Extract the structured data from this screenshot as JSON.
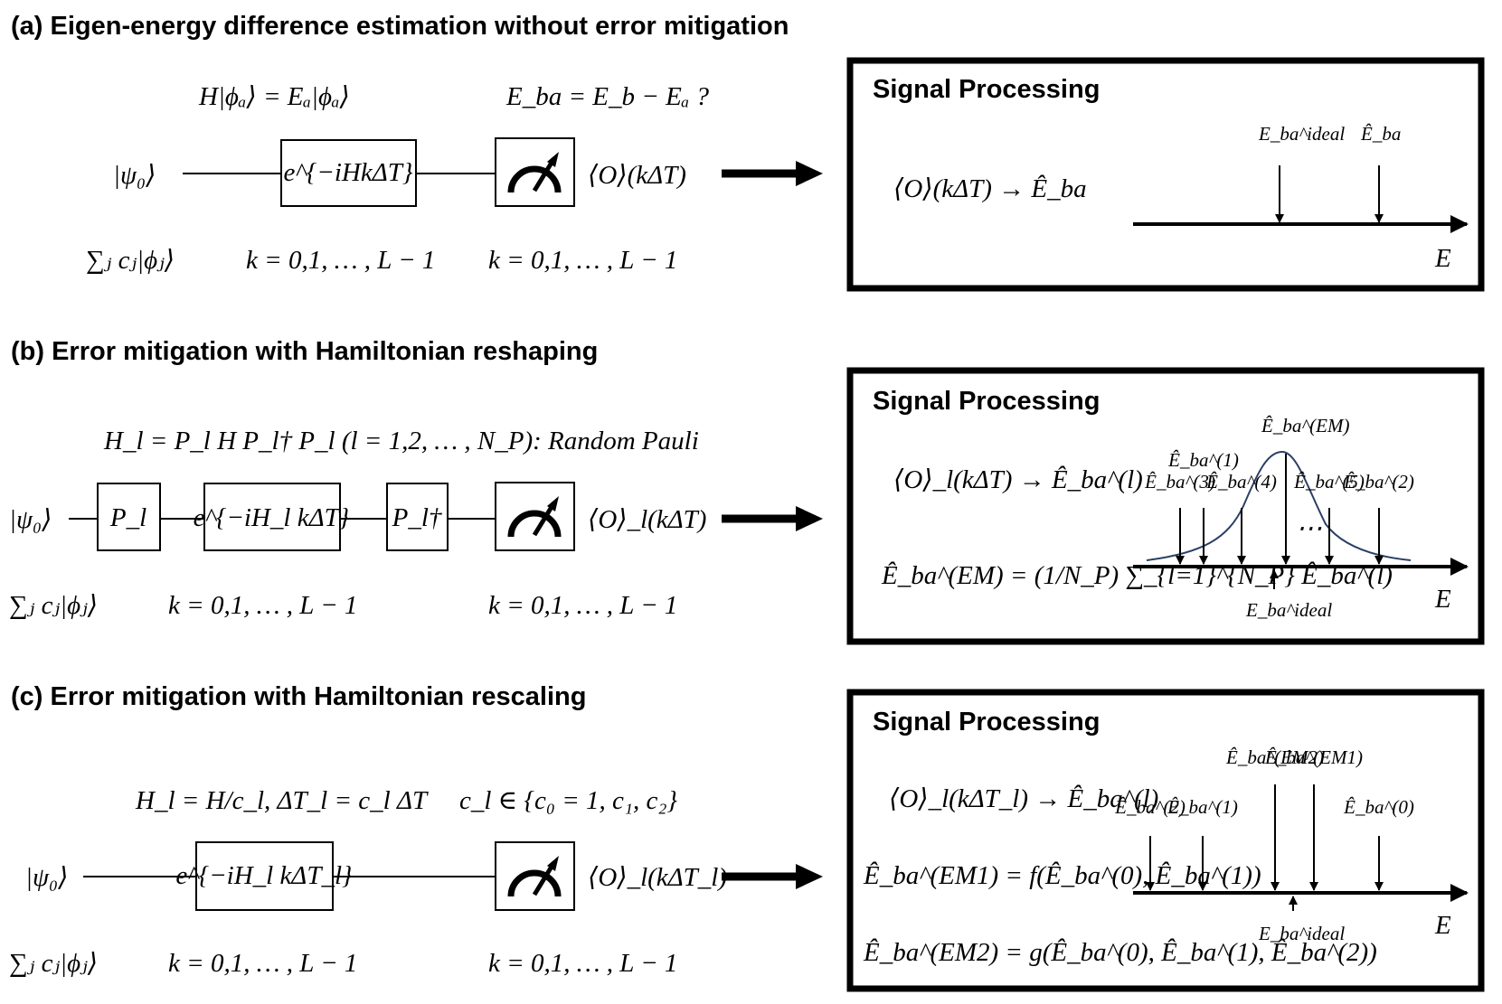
{
  "panel_a": {
    "heading": "(a) Eigen-energy difference estimation without error mitigation",
    "eq_hamiltonian": "H|ϕₐ⟩ = Eₐ|ϕₐ⟩",
    "eq_energy_diff": "E_ba = E_b − Eₐ ?",
    "input_state": "|ψ₀⟩",
    "input_sum": "∑ⱼ cⱼ|ϕⱼ⟩",
    "gate_evolution": "e^{−iHkΔT}",
    "k_range_gate": "k = 0,1, … , L − 1",
    "k_range_meas": "k = 0,1, … , L − 1",
    "observable": "⟨O⟩(kΔT)",
    "signal_processing": {
      "title": "Signal Processing",
      "mapping": "⟨O⟩(kΔT) → Ê_ba",
      "marker_ideal": "E_ba^ideal",
      "marker_estimate": "Ê_ba",
      "axis_label": "E"
    }
  },
  "panel_b": {
    "heading": "(b) Error mitigation with Hamiltonian reshaping",
    "eq_reshaped": "H_l = P_l H P_l† P_l (l = 1,2, … , N_P): Random Pauli",
    "input_state": "|ψ₀⟩",
    "input_sum": "∑ⱼ cⱼ|ϕⱼ⟩",
    "gate_pauli": "P_l",
    "gate_evolution": "e^{−iH_l kΔT}",
    "gate_pauli_dagger": "P_l†",
    "k_range_gate": "k = 0,1, … , L − 1",
    "k_range_meas": "k = 0,1, … , L − 1",
    "observable": "⟨O⟩_l(kΔT)",
    "signal_processing": {
      "title": "Signal Processing",
      "mapping": "⟨O⟩_l(kΔT) → Ê_ba^(l)",
      "em_formula": "Ê_ba^(EM) = (1/N_P) ∑_{l=1}^{N_P} Ê_ba^(l)",
      "peak_label": "Ê_ba^(EM)",
      "markers": [
        "Ê_ba^(3)",
        "Ê_ba^(1)",
        "Ê_ba^(4)",
        "Ê_ba^(5)",
        "Ê_ba^(2)"
      ],
      "ellipsis": "⋯",
      "ideal_label": "E_ba^ideal",
      "axis_label": "E"
    }
  },
  "panel_c": {
    "heading": "(c) Error mitigation with Hamiltonian rescaling",
    "eq_rescaled": "H_l = H/c_l, ΔT_l = c_l ΔT",
    "eq_coeffs": "c_l ∈ {c₀ = 1, c₁, c₂}",
    "input_state": "|ψ₀⟩",
    "input_sum": "∑ⱼ cⱼ|ϕⱼ⟩",
    "gate_evolution": "e^{−iH_l kΔT_l}",
    "k_range_gate": "k = 0,1, … , L − 1",
    "k_range_meas": "k = 0,1, … , L − 1",
    "observable": "⟨O⟩_l(kΔT_l)",
    "signal_processing": {
      "title": "Signal Processing",
      "mapping": "⟨O⟩_l(kΔT_l) → Ê_ba^(l)",
      "em1_formula": "Ê_ba^(EM1) = f(Ê_ba^(0), Ê_ba^(1))",
      "em2_formula": "Ê_ba^(EM2) = g(Ê_ba^(0), Ê_ba^(1), Ê_ba^(2))",
      "markers": [
        "Ê_ba^(2)",
        "Ê_ba^(1)",
        "Ê_ba^(EM2)",
        "Ê_ba^(EM1)",
        "Ê_ba^(0)"
      ],
      "ideal_label": "E_ba^ideal",
      "axis_label": "E"
    }
  }
}
